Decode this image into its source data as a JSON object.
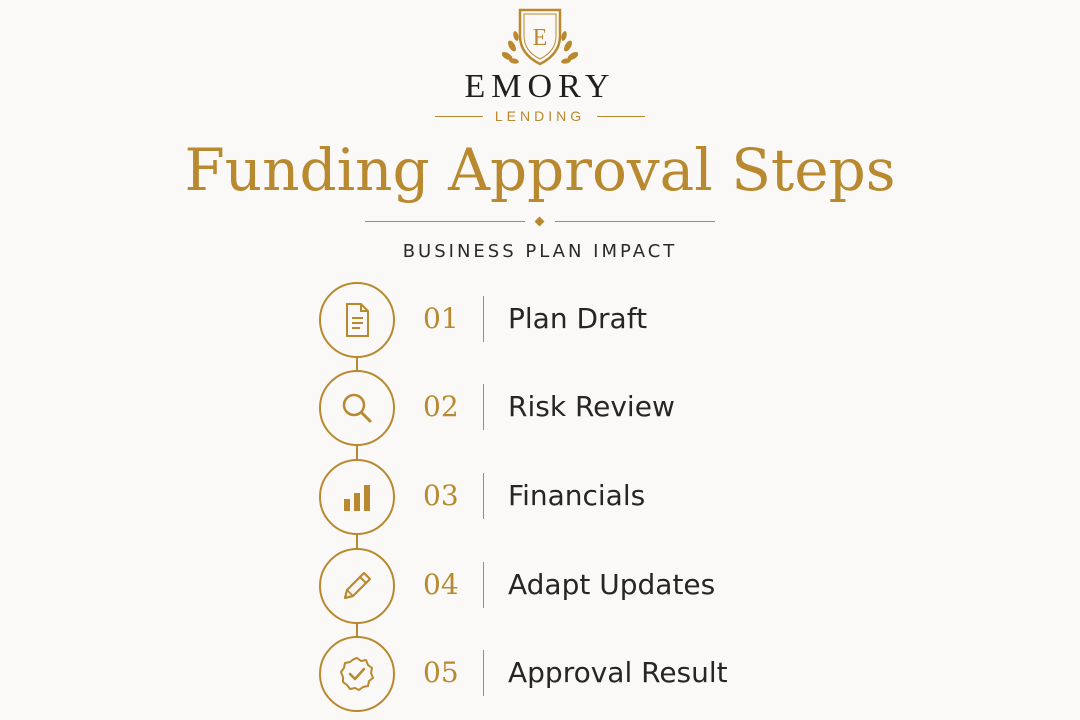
{
  "brand": {
    "crest_letter": "E",
    "name": "EMORY",
    "sub": "LENDING"
  },
  "header": {
    "title": "Funding Approval Steps",
    "subtitle": "BUSINESS PLAN IMPACT"
  },
  "steps": [
    {
      "number": "01",
      "label": "Plan Draft",
      "icon": "document-icon"
    },
    {
      "number": "02",
      "label": "Risk Review",
      "icon": "magnifier-icon"
    },
    {
      "number": "03",
      "label": "Financials",
      "icon": "bar-chart-icon"
    },
    {
      "number": "04",
      "label": "Adapt Updates",
      "icon": "pencil-icon"
    },
    {
      "number": "05",
      "label": "Approval Result",
      "icon": "approval-badge-icon"
    }
  ],
  "colors": {
    "accent": "#b8892e",
    "background": "#faf9f7",
    "text": "#262626"
  }
}
